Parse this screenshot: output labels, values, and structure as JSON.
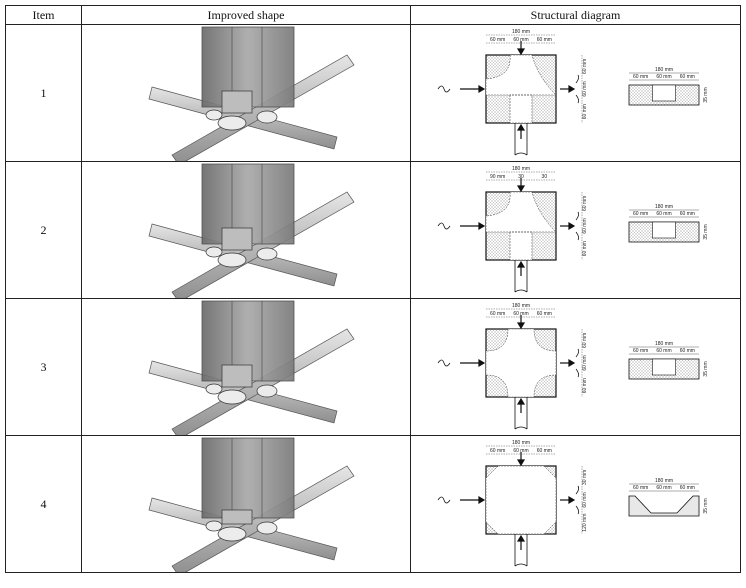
{
  "table": {
    "headers": [
      "Item",
      "Improved shape",
      "Structural diagram"
    ],
    "rows": [
      {
        "item": "1",
        "shape_icon": "pipe-junction-render",
        "diagram": {
          "overall": "180 mm",
          "top_segments": [
            "60 mm",
            "60 mm",
            "60 mm"
          ],
          "side_right": [
            "60 mm",
            "60 mm",
            "60 mm"
          ],
          "section_overall": "180 mm",
          "section_segments": [
            "60 mm",
            "60 mm",
            "60 mm"
          ],
          "section_height": "35 mm"
        }
      },
      {
        "item": "2",
        "shape_icon": "pipe-junction-render",
        "diagram": {
          "overall": "180 mm",
          "top_segments": [
            "90 mm",
            "30",
            "30"
          ],
          "side_right": [
            "60 mm",
            "60 mm",
            "60 mm"
          ],
          "section_overall": "180 mm",
          "section_segments": [
            "60 mm",
            "60 mm",
            "60 mm"
          ],
          "section_height": "35 mm"
        }
      },
      {
        "item": "3",
        "shape_icon": "pipe-junction-render",
        "diagram": {
          "overall": "180 mm",
          "top_segments": [
            "60 mm",
            "60 mm",
            "60 mm"
          ],
          "side_right": [
            "60 mm",
            "60 mm",
            "60 mm"
          ],
          "section_overall": "180 mm",
          "section_segments": [
            "60 mm",
            "60 mm",
            "60 mm"
          ],
          "section_height": "35 mm"
        }
      },
      {
        "item": "4",
        "shape_icon": "pipe-junction-render",
        "diagram": {
          "overall": "180 mm",
          "top_segments": [
            "60 mm",
            "60 mm",
            "60 mm"
          ],
          "side_right": [
            "30 mm",
            "60 mm",
            "120 mm"
          ],
          "section_overall": "180 mm",
          "section_segments": [
            "60 mm",
            "60 mm",
            "60 mm"
          ],
          "section_height": "35 mm"
        }
      }
    ]
  }
}
